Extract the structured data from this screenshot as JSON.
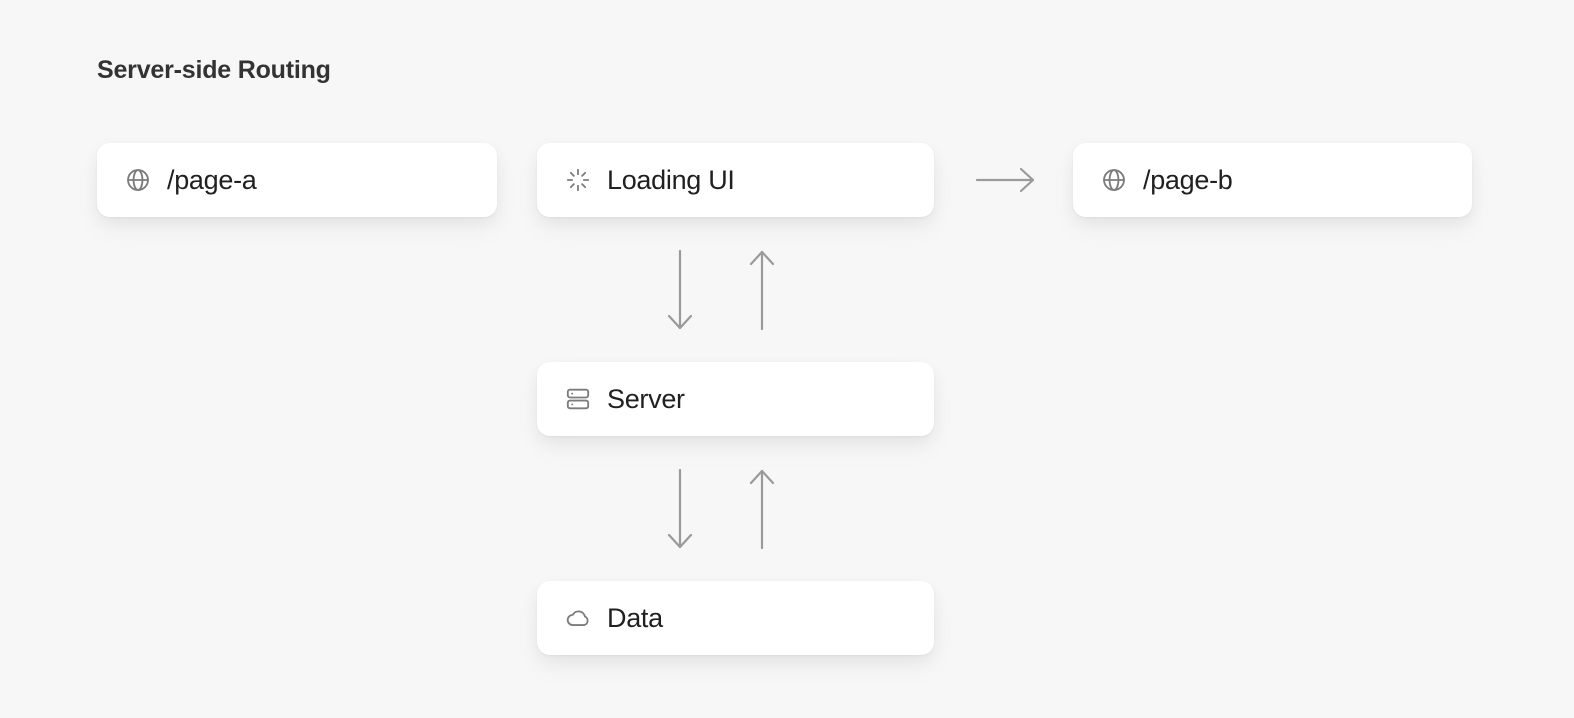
{
  "diagram": {
    "title": "Server-side Routing",
    "background_color": "#f7f7f7",
    "card_color": "#ffffff",
    "text_color": "#202020",
    "icon_color": "#7c7c7c",
    "arrow_color": "#9a9a9a",
    "nodes": [
      {
        "id": "page-a",
        "label": "/page-a",
        "icon": "globe-icon"
      },
      {
        "id": "loading",
        "label": "Loading UI",
        "icon": "loader-spinner-icon"
      },
      {
        "id": "page-b",
        "label": "/page-b",
        "icon": "globe-icon"
      },
      {
        "id": "server",
        "label": "Server",
        "icon": "server-icon"
      },
      {
        "id": "data",
        "label": "Data",
        "icon": "cloud-icon"
      }
    ],
    "connectors": [
      {
        "id": "loading-to-page-b",
        "direction": "right",
        "from": "loading",
        "to": "page-b"
      },
      {
        "id": "loading-to-server",
        "direction": "down",
        "from": "loading",
        "to": "server"
      },
      {
        "id": "server-to-loading",
        "direction": "up",
        "from": "server",
        "to": "loading"
      },
      {
        "id": "server-to-data",
        "direction": "down",
        "from": "server",
        "to": "data"
      },
      {
        "id": "data-to-server",
        "direction": "up",
        "from": "data",
        "to": "server"
      }
    ]
  }
}
